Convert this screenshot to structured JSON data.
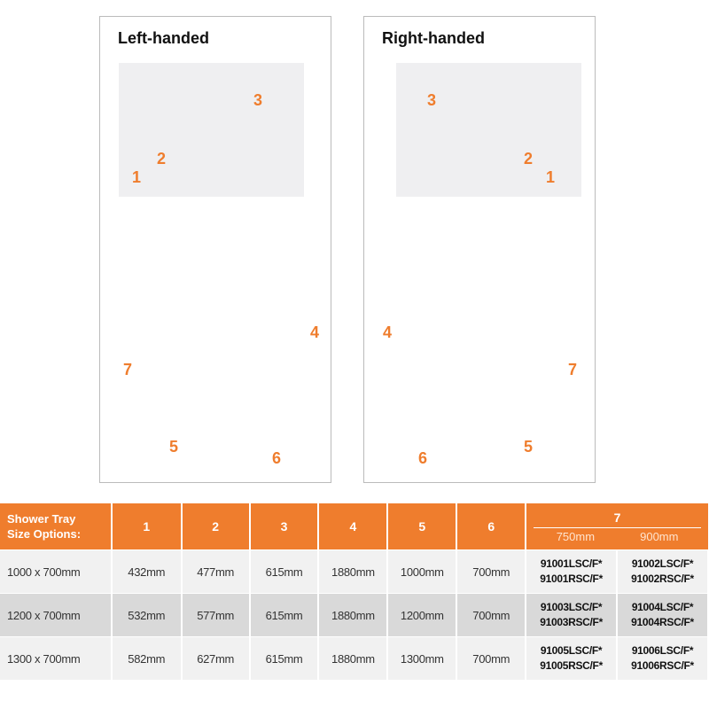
{
  "panels": [
    {
      "title": "Left-handed",
      "labels": {
        "1": "1",
        "2": "2",
        "3": "3",
        "4": "4",
        "5": "5",
        "6": "6",
        "7": "7"
      }
    },
    {
      "title": "Right-handed",
      "labels": {
        "1": "1",
        "2": "2",
        "3": "3",
        "4": "4",
        "5": "5",
        "6": "6",
        "7": "7"
      }
    }
  ],
  "table": {
    "header": {
      "first": [
        "Shower Tray",
        "Size Options:"
      ],
      "cols": [
        "1",
        "2",
        "3",
        "4",
        "5",
        "6"
      ],
      "group": "7",
      "sub": [
        "750mm",
        "900mm"
      ]
    },
    "rows": [
      {
        "size": "1000 x 700mm",
        "vals": [
          "432mm",
          "477mm",
          "615mm",
          "1880mm",
          "1000mm",
          "700mm"
        ],
        "c750": [
          "91001LSC/F*",
          "91001RSC/F*"
        ],
        "c900": [
          "91002LSC/F*",
          "91002RSC/F*"
        ]
      },
      {
        "size": "1200 x 700mm",
        "vals": [
          "532mm",
          "577mm",
          "615mm",
          "1880mm",
          "1200mm",
          "700mm"
        ],
        "c750": [
          "91003LSC/F*",
          "91003RSC/F*"
        ],
        "c900": [
          "91004LSC/F*",
          "91004RSC/F*"
        ]
      },
      {
        "size": "1300 x 700mm",
        "vals": [
          "582mm",
          "627mm",
          "615mm",
          "1880mm",
          "1300mm",
          "700mm"
        ],
        "c750": [
          "91005LSC/F*",
          "91005RSC/F*"
        ],
        "c900": [
          "91006LSC/F*",
          "91006RSC/F*"
        ]
      }
    ]
  }
}
